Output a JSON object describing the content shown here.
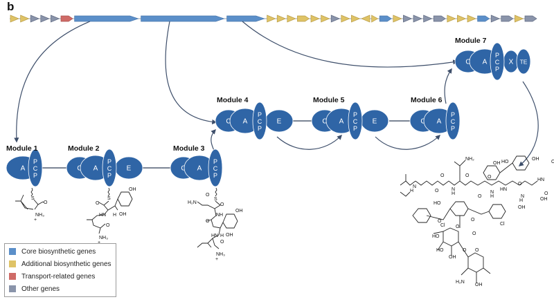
{
  "panel_label": "b",
  "colors": {
    "core": "#5b8fc9",
    "additional": "#dfc366",
    "transport": "#cf6b67",
    "other": "#8a94aa",
    "domain_fill": "#2f65a6",
    "domain_stroke": "#244f86",
    "arrow": "#3d4e6a"
  },
  "gene_cluster": {
    "genes": [
      {
        "type": "additional",
        "dir": "fwd",
        "len": "s"
      },
      {
        "type": "additional",
        "dir": "fwd",
        "len": "s"
      },
      {
        "type": "other",
        "dir": "fwd",
        "len": "s"
      },
      {
        "type": "other",
        "dir": "fwd",
        "len": "s"
      },
      {
        "type": "other",
        "dir": "fwd",
        "len": "s"
      },
      {
        "type": "transport",
        "dir": "fwd",
        "len": "m"
      },
      {
        "type": "core",
        "dir": "fwd",
        "len": "xl"
      },
      {
        "type": "core",
        "dir": "fwd",
        "len": "xxl"
      },
      {
        "type": "core",
        "dir": "fwd",
        "len": "l"
      },
      {
        "type": "additional",
        "dir": "fwd",
        "len": "s"
      },
      {
        "type": "additional",
        "dir": "fwd",
        "len": "s"
      },
      {
        "type": "additional",
        "dir": "fwd",
        "len": "s"
      },
      {
        "type": "additional",
        "dir": "fwd",
        "len": "m"
      },
      {
        "type": "additional",
        "dir": "fwd",
        "len": "s"
      },
      {
        "type": "additional",
        "dir": "fwd",
        "len": "s"
      },
      {
        "type": "other",
        "dir": "fwd",
        "len": "s"
      },
      {
        "type": "additional",
        "dir": "fwd",
        "len": "s"
      },
      {
        "type": "additional",
        "dir": "fwd",
        "len": "s"
      },
      {
        "type": "additional",
        "dir": "rev",
        "len": "s"
      },
      {
        "type": "additional",
        "dir": "fwd",
        "len": "xs"
      },
      {
        "type": "core",
        "dir": "fwd",
        "len": "m"
      },
      {
        "type": "additional",
        "dir": "fwd",
        "len": "s"
      },
      {
        "type": "other",
        "dir": "fwd",
        "len": "s"
      },
      {
        "type": "other",
        "dir": "fwd",
        "len": "s"
      },
      {
        "type": "other",
        "dir": "fwd",
        "len": "s"
      },
      {
        "type": "other",
        "dir": "fwd",
        "len": "m"
      },
      {
        "type": "additional",
        "dir": "fwd",
        "len": "s"
      },
      {
        "type": "additional",
        "dir": "fwd",
        "len": "s"
      },
      {
        "type": "additional",
        "dir": "fwd",
        "len": "s"
      },
      {
        "type": "core",
        "dir": "fwd",
        "len": "m"
      },
      {
        "type": "other",
        "dir": "fwd",
        "len": "s"
      },
      {
        "type": "other",
        "dir": "fwd",
        "len": "m"
      },
      {
        "type": "additional",
        "dir": "fwd",
        "len": "s"
      },
      {
        "type": "other",
        "dir": "fwd",
        "len": "m"
      }
    ]
  },
  "modules": [
    {
      "label": "Module 1",
      "domains": [
        "A",
        "PCP"
      ]
    },
    {
      "label": "Module 2",
      "domains": [
        "C",
        "A",
        "PCP",
        "E"
      ]
    },
    {
      "label": "Module 3",
      "domains": [
        "C",
        "A",
        "PCP"
      ]
    },
    {
      "label": "Module 4",
      "domains": [
        "C",
        "A",
        "PCP",
        "E"
      ]
    },
    {
      "label": "Module 5",
      "domains": [
        "C",
        "A",
        "PCP",
        "E"
      ]
    },
    {
      "label": "Module 6",
      "domains": [
        "C",
        "A",
        "PCP"
      ]
    },
    {
      "label": "Module 7",
      "domains": [
        "C",
        "A",
        "PCP",
        "X",
        "TE"
      ]
    }
  ],
  "chemistry": {
    "m1": {
      "S": "S",
      "O": "O",
      "NH3": "NH₃",
      "plus": "+"
    },
    "m2": {
      "S": "S",
      "O": "O",
      "OH_ring": "OH",
      "HN": "HN",
      "H": "H",
      "OH": "OH",
      "O2": "O",
      "NH3": "NH₃",
      "plus": "+"
    },
    "m3": {
      "S": "S",
      "O": "O",
      "H2N": "H₂N",
      "O_amide": "O",
      "NH": "NH",
      "O2": "O",
      "OH_ring": "OH",
      "HN": "HN",
      "H": "H",
      "OH": "OH",
      "O3": "O",
      "NH3": "NH₃",
      "plus": "+"
    },
    "product": {
      "labels": [
        "OH",
        "HO",
        "OH",
        "OH",
        "O",
        "N",
        "H",
        "O",
        "NH₂",
        "N",
        "H",
        "O",
        "HN",
        "O",
        "N",
        "H",
        "O",
        "N",
        "H",
        "HN",
        "O",
        "O",
        "HO",
        "OH",
        "O",
        "O",
        "Cl",
        "Cl",
        "O",
        "HO",
        "O",
        "HO",
        "OH",
        "O",
        "O",
        "H₂N",
        "OH",
        "OH"
      ]
    }
  },
  "legend": {
    "items": [
      {
        "label": "Core biosynthetic genes",
        "type": "core"
      },
      {
        "label": "Additional biosynthetic genes",
        "type": "additional"
      },
      {
        "label": "Transport-related genes",
        "type": "transport"
      },
      {
        "label": "Other genes",
        "type": "other"
      }
    ]
  }
}
